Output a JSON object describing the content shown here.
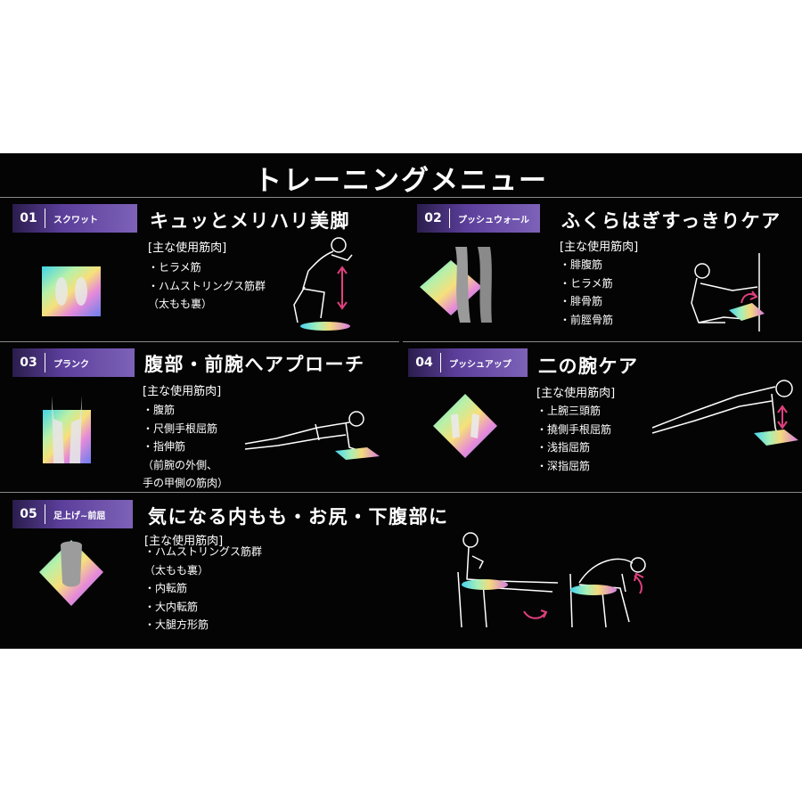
{
  "page_title": "トレーニングメニュー",
  "sections": [
    {
      "number": "01",
      "name": "スクワット",
      "headline": "キュッとメリハリ美脚",
      "muscles_heading": "[主な使用筋肉]",
      "muscles": [
        "・ヒラメ筋",
        "・ハムストリングス筋群",
        "（太もも裏）"
      ]
    },
    {
      "number": "02",
      "name": "プッシュウォール",
      "headline": "ふくらはぎすっきりケア",
      "muscles_heading": "[主な使用筋肉]",
      "muscles": [
        "・腓腹筋",
        "・ヒラメ筋",
        "・腓骨筋",
        "・前脛骨筋"
      ]
    },
    {
      "number": "03",
      "name": "プランク",
      "headline": "腹部・前腕へアプローチ",
      "muscles_heading": "[主な使用筋肉]",
      "muscles": [
        "・腹筋",
        "・尺側手根屈筋",
        "・指伸筋",
        "（前腕の外側、",
        "手の甲側の筋肉）"
      ]
    },
    {
      "number": "04",
      "name": "プッシュアップ",
      "headline": "二の腕ケア",
      "muscles_heading": "[主な使用筋肉]",
      "muscles": [
        "・上腕三頭筋",
        "・撓側手根屈筋",
        "・浅指屈筋",
        "・深指屈筋"
      ]
    },
    {
      "number": "05",
      "name": "足上げ~前屈",
      "headline": "気になる内もも・お尻・下腹部に",
      "muscles_heading": "[主な使用筋肉]",
      "muscles": [
        "・ハムストリングス筋群",
        "（太もも裏）",
        "・内転筋",
        "・大内転筋",
        "・大腿方形筋"
      ]
    }
  ],
  "colors": {
    "background": "#040404",
    "tag_gradient": [
      "#2a1d4c",
      "#5b3e9a",
      "#7d62b8"
    ],
    "arrow": "#e0407e",
    "divider": "#8a8a8a"
  }
}
